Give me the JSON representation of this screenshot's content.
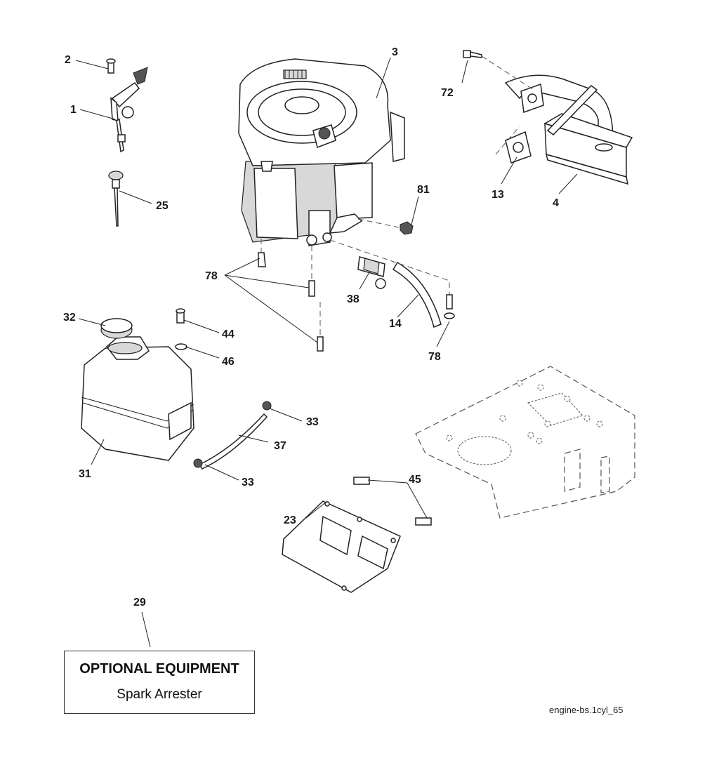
{
  "callouts": {
    "c1": "1",
    "c2": "2",
    "c3": "3",
    "c4": "4",
    "c13": "13",
    "c14": "14",
    "c23": "23",
    "c25": "25",
    "c29": "29",
    "c31": "31",
    "c32": "32",
    "c33a": "33",
    "c33b": "33",
    "c37": "37",
    "c38": "38",
    "c44": "44",
    "c45": "45",
    "c46": "46",
    "c72": "72",
    "c78a": "78",
    "c78b": "78",
    "c81": "81"
  },
  "note": {
    "title": "OPTIONAL EQUIPMENT",
    "subtitle": "Spark Arrester"
  },
  "diagram_code": "engine-bs.1cyl_65"
}
